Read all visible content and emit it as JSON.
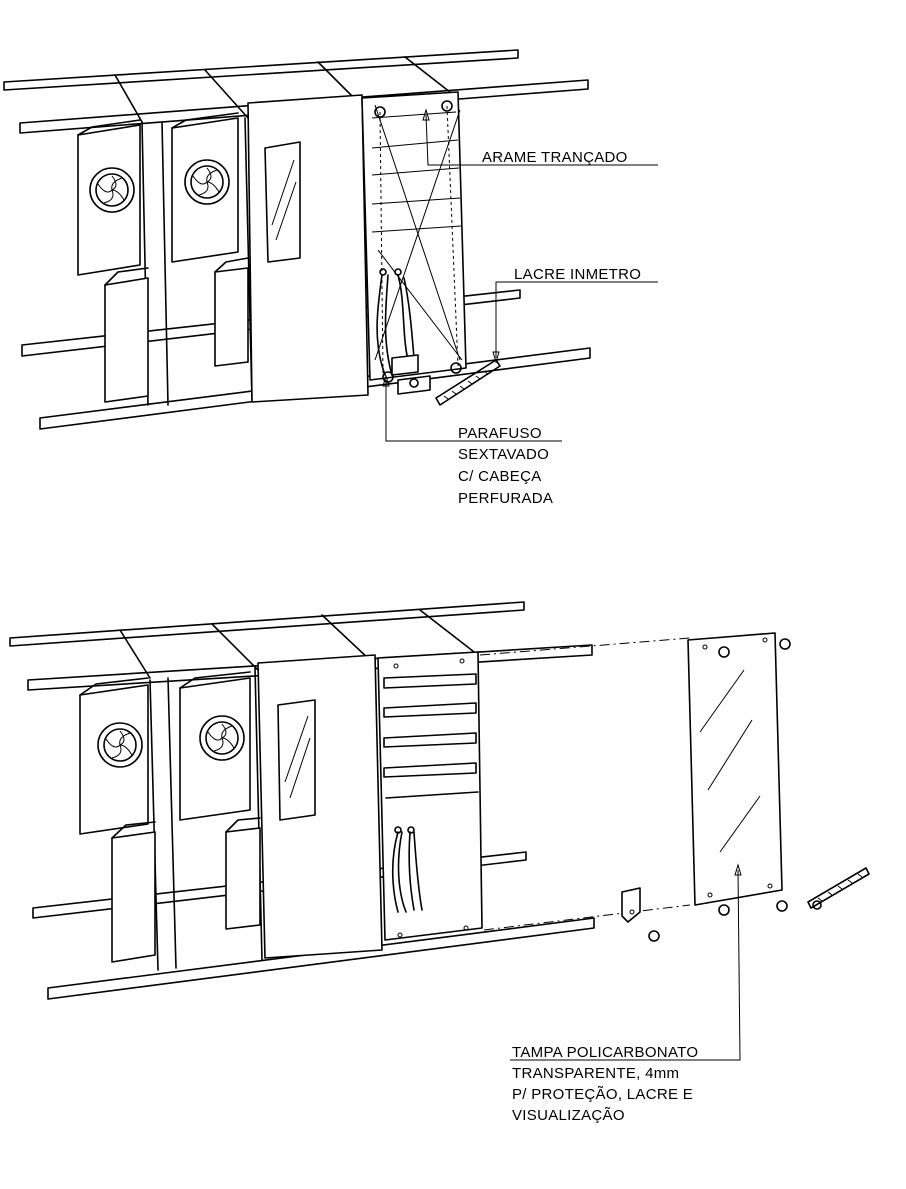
{
  "top_view": {
    "callouts": {
      "arame": [
        "ARAME TRANÇADO"
      ],
      "lacre": [
        "LACRE INMETRO"
      ],
      "parafuso": [
        "PARAFUSO",
        "SEXTAVADO",
        "C/ CABEÇA",
        "PERFURADA"
      ]
    }
  },
  "bottom_view": {
    "callouts": {
      "tampa": [
        "TAMPA POLICARBONATO",
        "TRANSPARENTE, 4mm",
        "P/ PROTEÇÃO, LACRE E",
        "VISUALIZAÇÃO"
      ]
    }
  }
}
